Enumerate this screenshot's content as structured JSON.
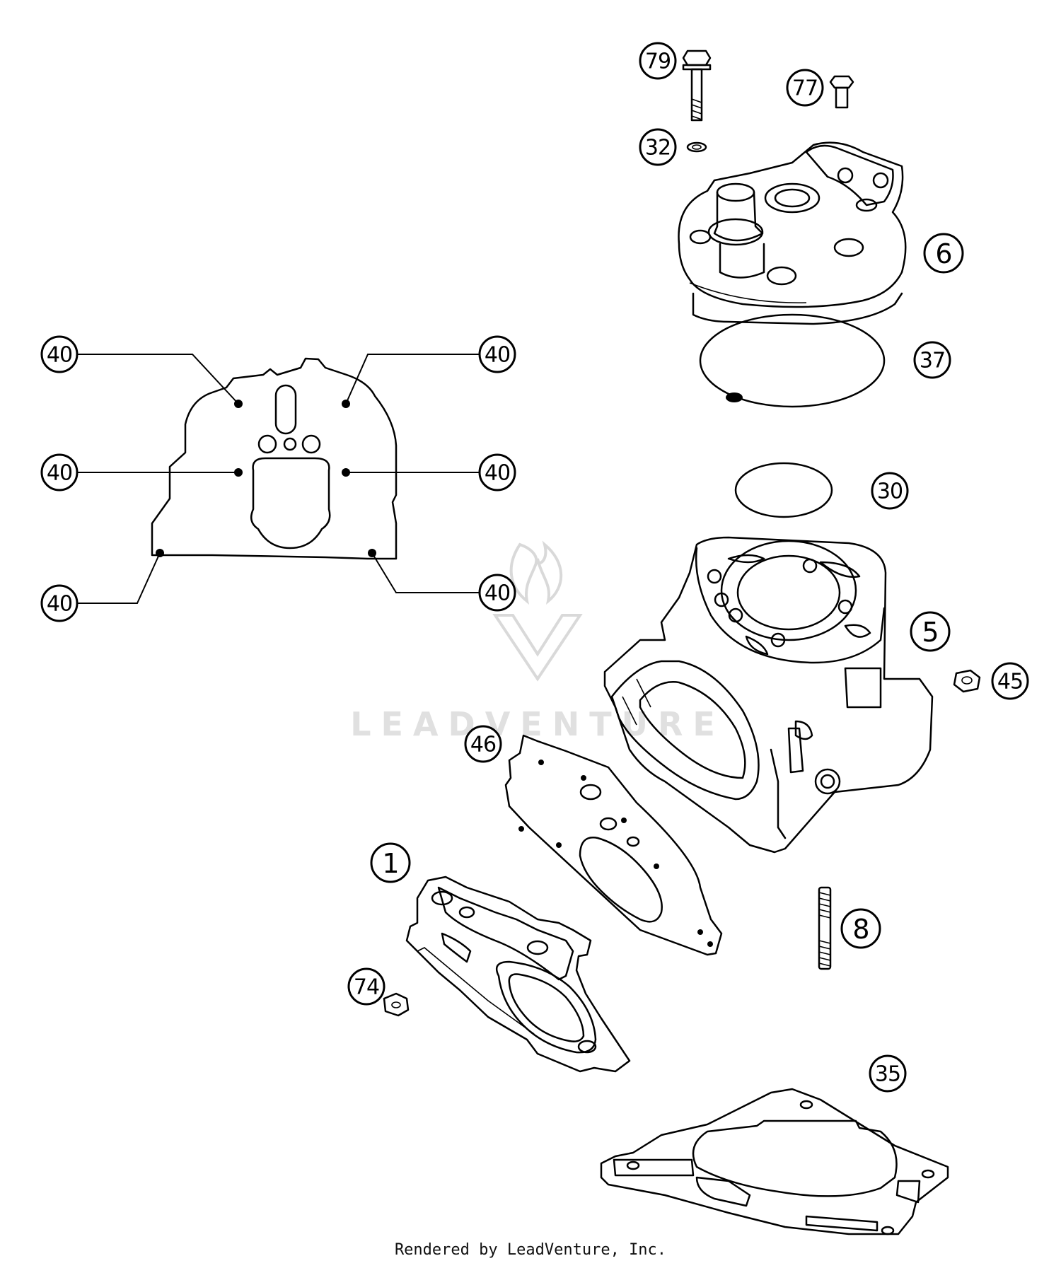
{
  "diagram": {
    "callouts": {
      "c79": "79",
      "c77": "77",
      "c32": "32",
      "c6": "6",
      "c37": "37",
      "c30": "30",
      "c5": "5",
      "c45": "45",
      "c46": "46",
      "c1": "1",
      "c8": "8",
      "c74": "74",
      "c35": "35",
      "c40": "40"
    },
    "watermark": "LEADVENTURE"
  },
  "footer": {
    "credit": "Rendered by LeadVenture, Inc."
  }
}
